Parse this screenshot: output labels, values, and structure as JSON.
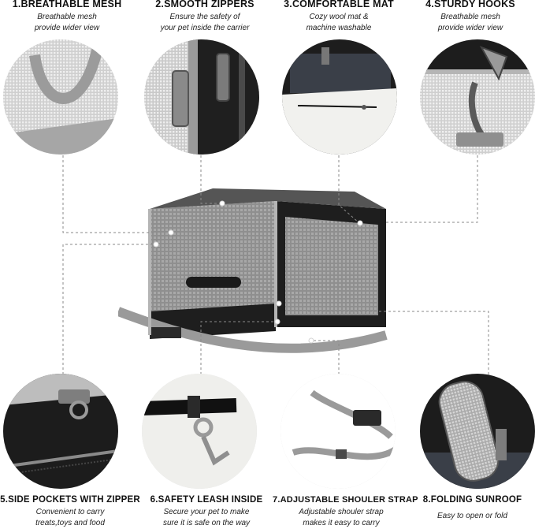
{
  "features": [
    {
      "title": "1.BREATHABLE MESH",
      "desc": [
        "Breathable mesh",
        "provide wider view"
      ]
    },
    {
      "title": "2.SMOOTH ZIPPERS",
      "desc": [
        "Ensure the safety of",
        "your pet inside the carrier"
      ]
    },
    {
      "title": "3.COMFORTABLE MAT",
      "desc": [
        "Cozy wool mat &",
        "machine washable"
      ]
    },
    {
      "title": "4.STURDY HOOKS",
      "desc": [
        "Breathable mesh",
        "provide wider view"
      ]
    },
    {
      "title": "5.SIDE POCKETS WITH ZIPPER",
      "desc": [
        "Convenient to carry",
        "treats,toys and food"
      ]
    },
    {
      "title": "6.SAFETY LEASH INSIDE",
      "desc": [
        "Secure your pet to make",
        "sure it is safe on the way"
      ]
    },
    {
      "title": "7.ADJUSTABLE SHOULER STRAP",
      "desc": [
        "Adjustable shouler strap",
        "makes it easy to carry"
      ]
    },
    {
      "title": "8.FOLDING SUNROOF",
      "desc": [
        "Easy to open or fold"
      ]
    }
  ],
  "colors": {
    "mesh_gray": "#9e9e9e",
    "fabric_black": "#1c1c1c",
    "trim_gray": "#b5b5b5",
    "callout_line": "#8a8a8a",
    "fleece": "#f2f2f0"
  }
}
